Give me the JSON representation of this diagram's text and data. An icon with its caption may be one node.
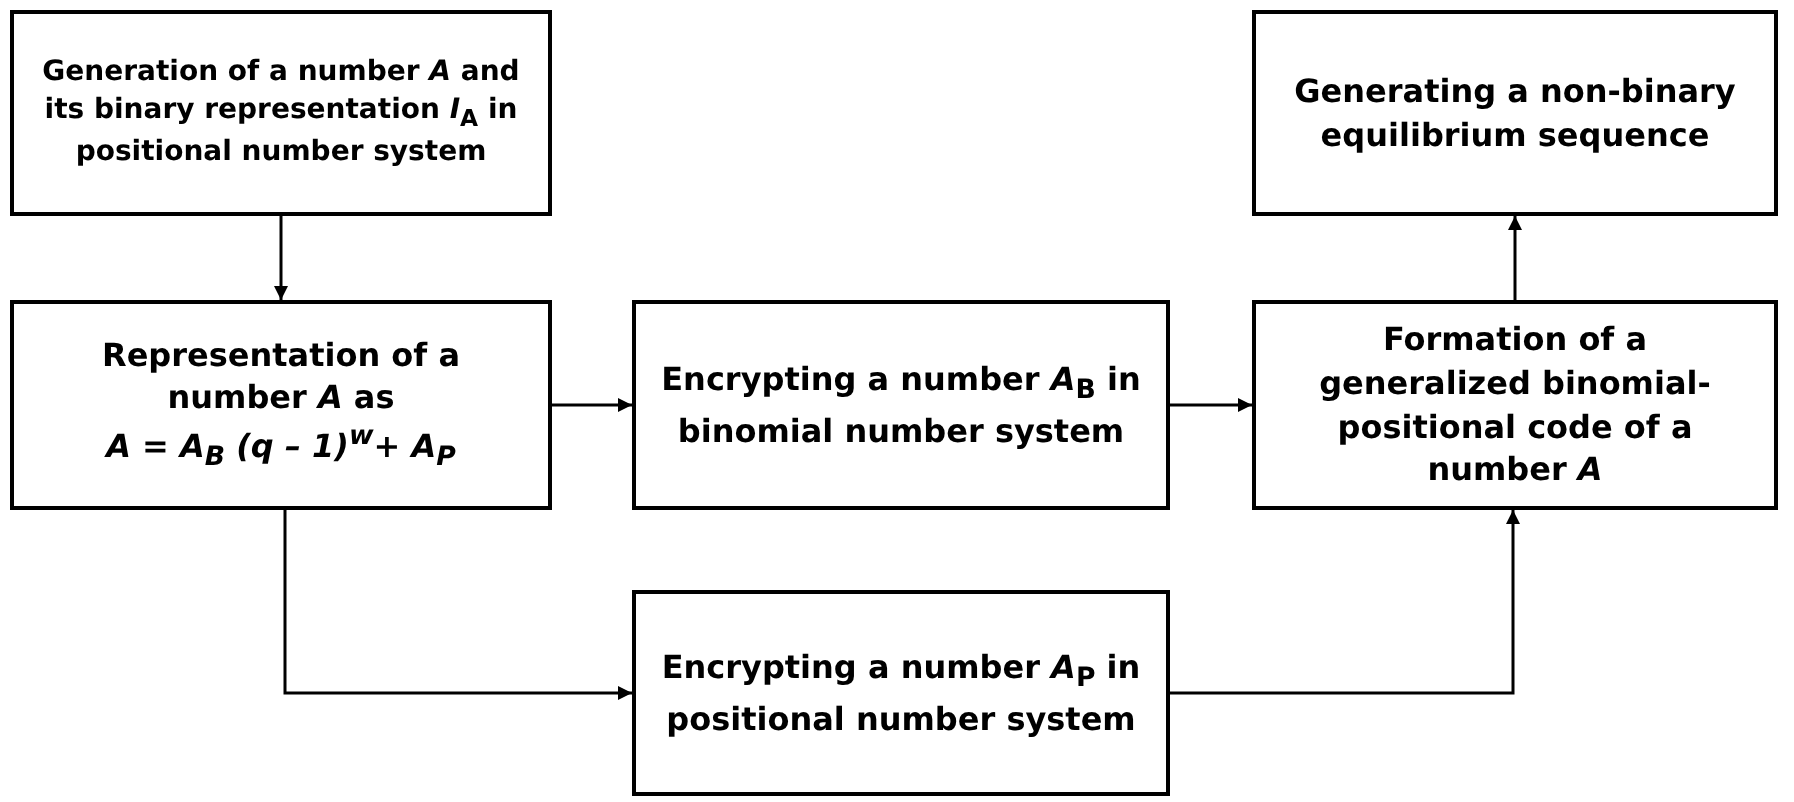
{
  "diagram": {
    "nodes": [
      {
        "text": [
          "Generation of a number *A* and its binary representation *I*$_{A}$ in positional number system"
        ]
      },
      {
        "text": [
          "Representation of a number *A* as",
          "A = A$_{B}$ (q – 1)$^{w}$+ A$_{P}$"
        ]
      },
      {
        "text": [
          "Encrypting a number *A*$_{B}$ in binomial number system"
        ]
      },
      {
        "text": [
          "Formation of a generalized binomial-positional code of a number *A*"
        ]
      },
      {
        "text": [
          "Generating a non-binary equilibrium sequence"
        ]
      },
      {
        "text": [
          "Encrypting a number *A*$_{P}$ in positional number system"
        ]
      }
    ],
    "edges": [
      {
        "from": 0,
        "to": 1,
        "arrow": "to"
      },
      {
        "from": 1,
        "to": 2,
        "arrow": "to"
      },
      {
        "from": 2,
        "to": 3,
        "arrow": "to"
      },
      {
        "from": 3,
        "to": 4,
        "arrow": "to"
      },
      {
        "from": 1,
        "to": 5,
        "arrow": "to"
      },
      {
        "from": 5,
        "to": 3,
        "arrow": "to"
      }
    ]
  }
}
